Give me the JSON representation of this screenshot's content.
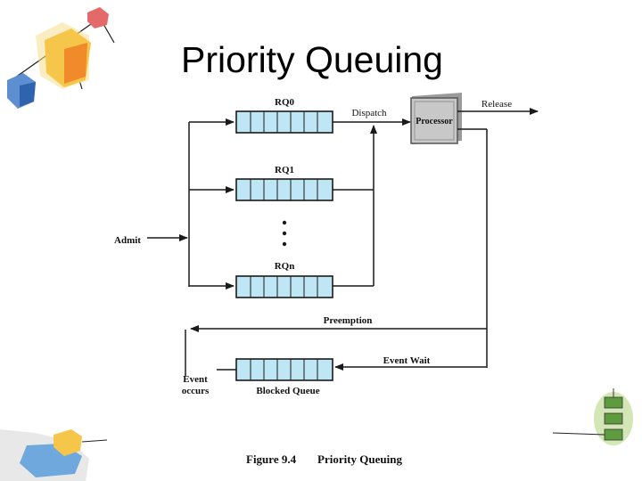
{
  "slide": {
    "title": "Priority Queuing"
  },
  "diagram": {
    "queues": {
      "rq0": "RQ0",
      "rq1": "RQ1",
      "rqn": "RQn",
      "blocked": "Blocked Queue"
    },
    "processor": "Processor",
    "labels": {
      "dispatch": "Dispatch",
      "release": "Release",
      "admit": "Admit",
      "preemption": "Preemption",
      "event_wait": "Event Wait",
      "event_occurs_line1": "Event",
      "event_occurs_line2": "occurs"
    },
    "caption": {
      "number": "Figure 9.4",
      "text": "Priority Queuing"
    }
  },
  "colors": {
    "queue_fill": "#bfe6f5",
    "queue_stroke": "#1a1a1a",
    "processor_fill": "#c8c8c8",
    "line": "#1a1a1a"
  }
}
